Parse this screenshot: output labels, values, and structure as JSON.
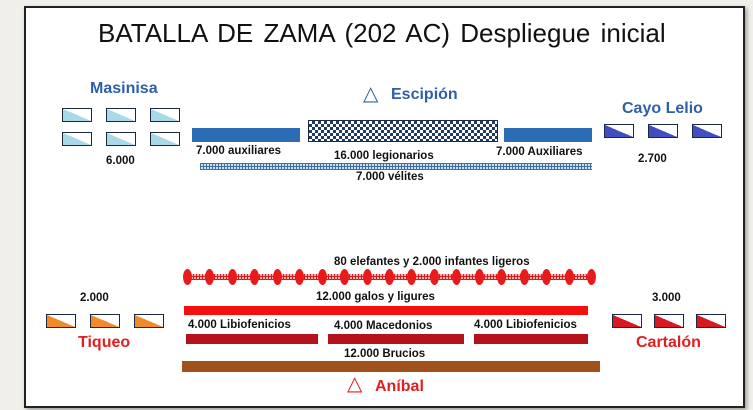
{
  "title": "BATALLA  DE  ZAMA  (202 AC) Despliegue  inicial",
  "colors": {
    "roman_accent": "#2e5fa8",
    "carthage_accent": "#e02020",
    "auxiliaries": "#2b6cb5",
    "gauls": "#f51010",
    "libyphoenicians": "#b5121b",
    "bruttians": "#a0521a",
    "masinisa_cavalry": "#a9d9e8",
    "laelius_cavalry": "#3f4fc0",
    "tychaeus_cavalry": "#f08a2a",
    "carthalo_cavalry": "#d91822"
  },
  "roman": {
    "commander": "Escipión",
    "left_cavalry": {
      "commander": "Masinisa",
      "count": "6.000"
    },
    "right_cavalry": {
      "commander": "Cayo Lelio",
      "count": "2.700"
    },
    "left_auxiliaries": "7.000 auxiliares",
    "legionaries": "16.000 legionarios",
    "right_auxiliaries": "7.000 Auxiliares",
    "velites": "7.000 vélites"
  },
  "carthage": {
    "commander": "Aníbal",
    "elephants": "80 elefantes y  2.000 infantes ligeros",
    "elephant_markers": 19,
    "gauls_ligurians": "12.000 galos y ligures",
    "libyphoenicians_left": "4.000  Libiofenicios",
    "macedonians": "4.000  Macedonios",
    "libyphoenicians_right": "4.000  Libiofenicios",
    "bruttians": "12.000 Brucios",
    "left_cavalry": {
      "commander": "Tiqueo",
      "count": "2.000"
    },
    "right_cavalry": {
      "commander": "Cartalón",
      "count": "3.000"
    }
  }
}
